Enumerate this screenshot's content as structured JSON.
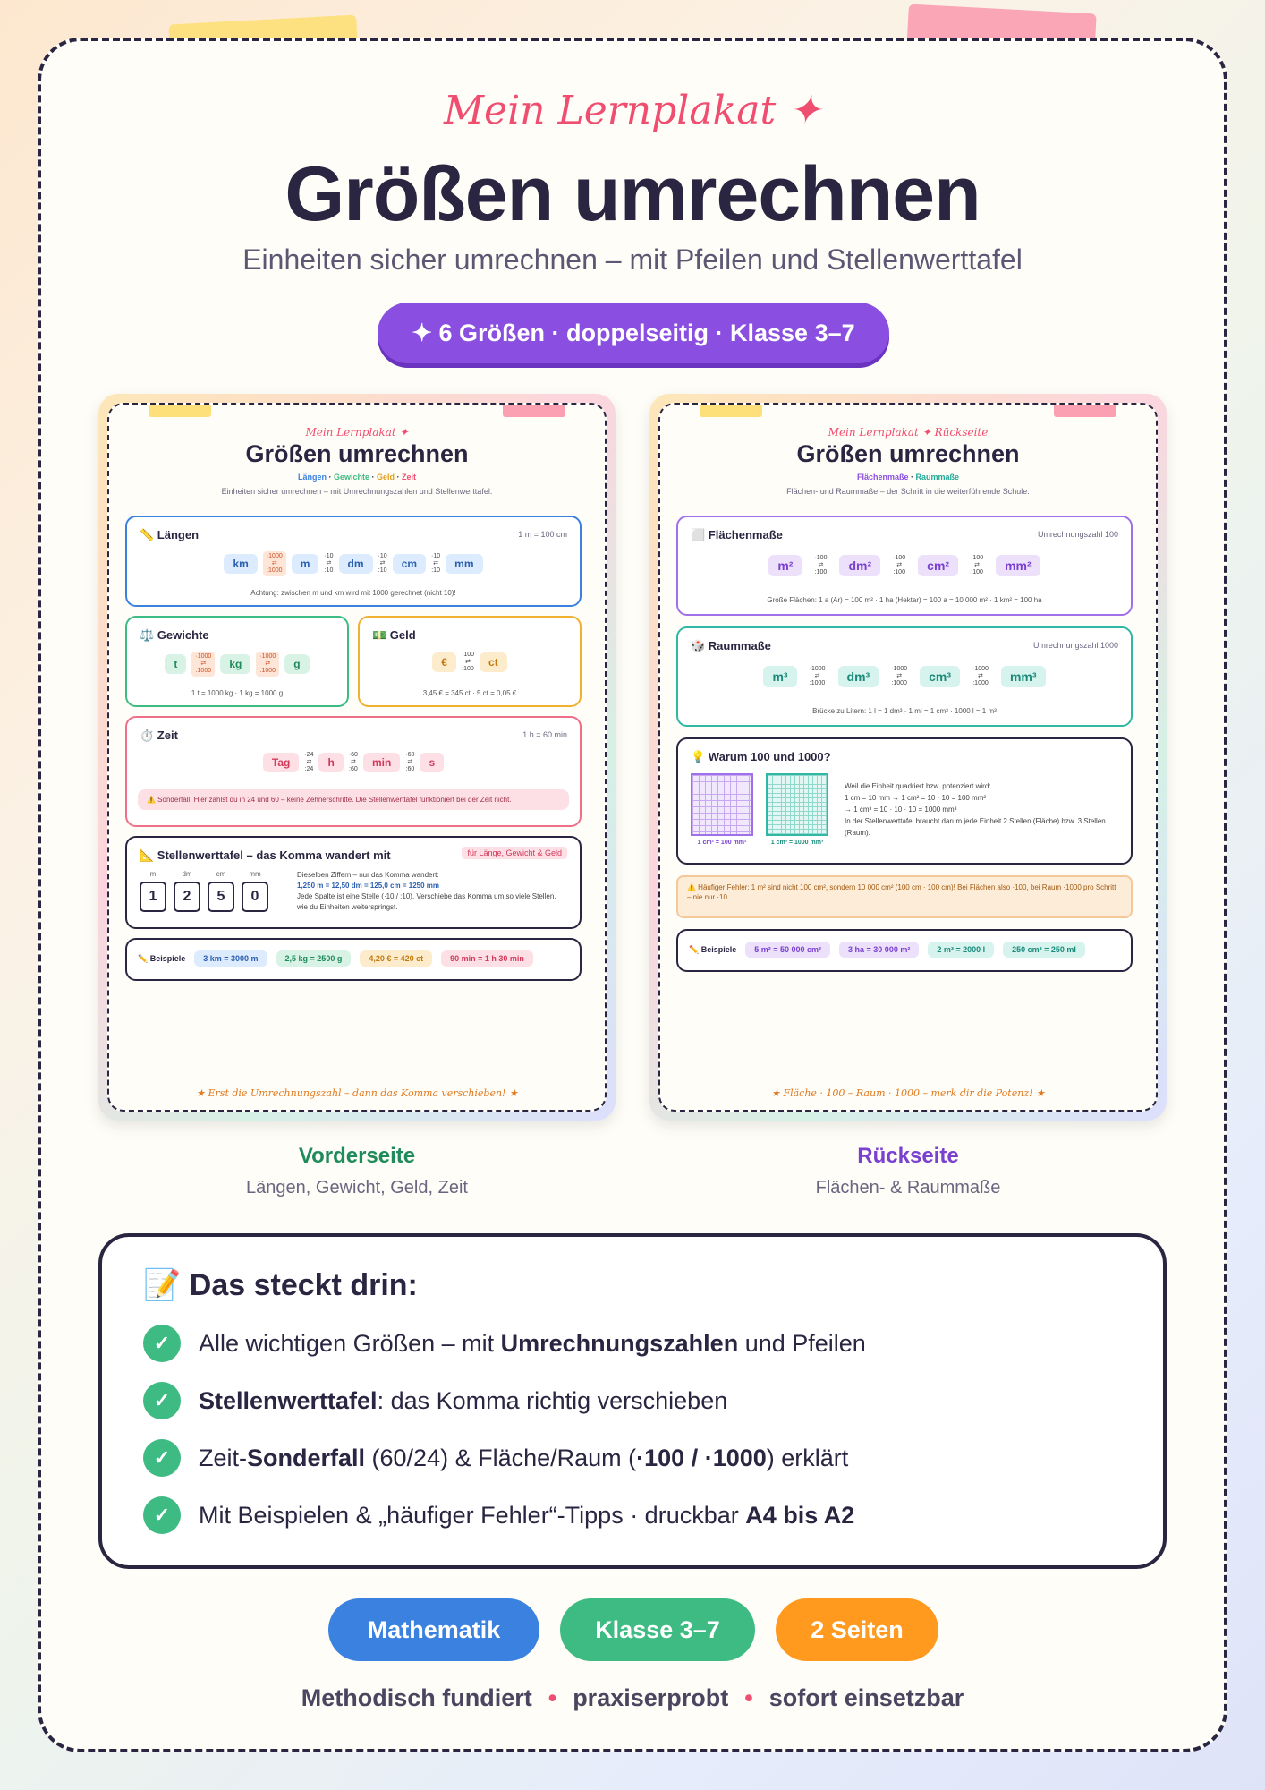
{
  "header": {
    "kicker": "Mein Lernplakat ✦",
    "title": "Größen umrechnen",
    "subtitle": "Einheiten sicher umrechnen – mit Pfeilen und Stellenwerttafel",
    "pill": "✦ 6 Größen · doppelseitig · Klasse 3–7"
  },
  "front": {
    "kicker": "Mein Lernplakat ✦",
    "title": "Größen umrechnen",
    "tags": [
      "Längen",
      "Gewichte",
      "Geld",
      "Zeit"
    ],
    "desc": "Einheiten sicher umrechnen – mit Umrechnungszahlen und Stellenwerttafel.",
    "laengen": {
      "title": "📏 Längen",
      "rule": "1 m = 100 cm",
      "units": [
        "km",
        "m",
        "dm",
        "cm",
        "mm"
      ],
      "factors": [
        "1000",
        "10",
        "10",
        "10"
      ],
      "note": "Achtung: zwischen m und km wird mit 1000 gerechnet (nicht 10)!"
    },
    "gewichte": {
      "title": "⚖️ Gewichte",
      "units": [
        "t",
        "kg",
        "g"
      ],
      "factors": [
        "1000",
        "1000"
      ],
      "note": "1 t = 1000 kg · 1 kg = 1000 g"
    },
    "geld": {
      "title": "💵 Geld",
      "units": [
        "€",
        "ct"
      ],
      "factors": [
        "100"
      ],
      "note": "3,45 € = 345 ct · 5 ct = 0,05 €"
    },
    "zeit": {
      "title": "⏱️ Zeit",
      "rule": "1 h = 60 min",
      "units": [
        "Tag",
        "h",
        "min",
        "s"
      ],
      "factors": [
        "24",
        "60",
        "60"
      ],
      "warn": "⚠️ Sonderfall! Hier zählst du in 24 und 60 – keine Zehnerschritte. Die Stellenwerttafel funktioniert bei der Zeit nicht."
    },
    "stellen": {
      "title": "📐 Stellenwerttafel – das Komma wandert mit",
      "badge": "für Länge, Gewicht & Geld",
      "heads": [
        "m",
        "dm",
        "cm",
        "mm"
      ],
      "digits": [
        "1",
        "2",
        "5",
        "0"
      ],
      "line1": "Dieselben Ziffern – nur das Komma wandert:",
      "line2": "1,250 m = 12,50 dm = 125,0 cm = 1250 mm",
      "line3": "Jede Spalte ist eine Stelle (·10 / :10). Verschiebe das Komma um so viele Stellen, wie du Einheiten weiterspringst."
    },
    "beispiele": {
      "label": "✏️ Beispiele",
      "chips": [
        "3 km = 3000 m",
        "2,5 kg = 2500 g",
        "4,20 € = 420 ct",
        "90 min = 1 h 30 min"
      ]
    },
    "footer": "★ Erst die Umrechnungszahl – dann das Komma verschieben! ★"
  },
  "back": {
    "kicker": "Mein Lernplakat ✦ Rückseite",
    "title": "Größen umrechnen",
    "tags": [
      "Flächenmaße",
      "Raummaße"
    ],
    "desc": "Flächen- und Raummaße – der Schritt in die weiterführende Schule.",
    "flaeche": {
      "title": "⬜ Flächenmaße",
      "rule": "Umrechnungszahl 100",
      "units": [
        "m²",
        "dm²",
        "cm²",
        "mm²"
      ],
      "factors": [
        "100",
        "100",
        "100"
      ],
      "note": "Große Flächen: 1 a (Ar) = 100 m² · 1 ha (Hektar) = 100 a = 10 000 m² · 1 km² = 100 ha"
    },
    "raum": {
      "title": "🎲 Raummaße",
      "rule": "Umrechnungszahl 1000",
      "units": [
        "m³",
        "dm³",
        "cm³",
        "mm³"
      ],
      "factors": [
        "1000",
        "1000",
        "1000"
      ],
      "note": "Brücke zu Litern: 1 l = 1 dm³ · 1 ml = 1 cm³ · 1000 l = 1 m³"
    },
    "warum": {
      "title": "💡 Warum 100 und 1000?",
      "grid1": "1 cm² = 100 mm²",
      "grid2": "1 cm³ = 1000 mm³",
      "l1": "Weil die Einheit quadriert bzw. potenziert wird:",
      "l2": "1 cm = 10 mm → 1 cm² = 10 · 10 = 100 mm²",
      "l3": "→ 1 cm³ = 10 · 10 · 10 = 1000 mm³",
      "l4": "In der Stellenwerttafel braucht darum jede Einheit 2 Stellen (Fläche) bzw. 3 Stellen (Raum)."
    },
    "fehler": "⚠️ Häufiger Fehler: 1 m² sind nicht 100 cm², sondern 10 000 cm² (100 cm · 100 cm)! Bei Flächen also ·100, bei Raum ·1000 pro Schritt – nie nur ·10.",
    "beispiele": {
      "label": "✏️ Beispiele",
      "chips": [
        "5 m² = 50 000 cm²",
        "3 ha = 30 000 m²",
        "2 m³ = 2000 l",
        "250 cm³ = 250 ml"
      ]
    },
    "footer": "★ Fläche · 100 – Raum · 1000 – merk dir die Potenz! ★"
  },
  "captions": {
    "front_title": "Vorderseite",
    "front_sub": "Längen, Gewicht, Geld, Zeit",
    "back_title": "Rückseite",
    "back_sub": "Flächen- & Raummaße"
  },
  "content": {
    "title": "📝 Das steckt drin:",
    "items": [
      {
        "a": "Alle wichtigen Größen – mit ",
        "b": "Umrechnungszahlen",
        "c": " und Pfeilen"
      },
      {
        "a": "",
        "b": "Stellenwerttafel",
        "c": ": das Komma richtig verschieben"
      },
      {
        "a": "Zeit-",
        "b": "Sonderfall",
        "c": " (60/24) & Fläche/Raum (",
        "d": "·100 / ·1000",
        "e": ") erklärt"
      },
      {
        "a": "Mit Beispielen & „häufiger Fehler“-Tipps · druckbar ",
        "b": "A4 bis A2",
        "c": ""
      }
    ]
  },
  "tags": [
    "Mathematik",
    "Klasse 3–7",
    "2 Seiten"
  ],
  "bottom": [
    "Methodisch fundiert",
    "praxiserprobt",
    "sofort einsetzbar"
  ],
  "colors": {
    "accent": "#8a4fe0",
    "pink": "#ef4e70",
    "green": "#3dbb82",
    "blue": "#3b82e0",
    "orange": "#ff9a1f"
  }
}
